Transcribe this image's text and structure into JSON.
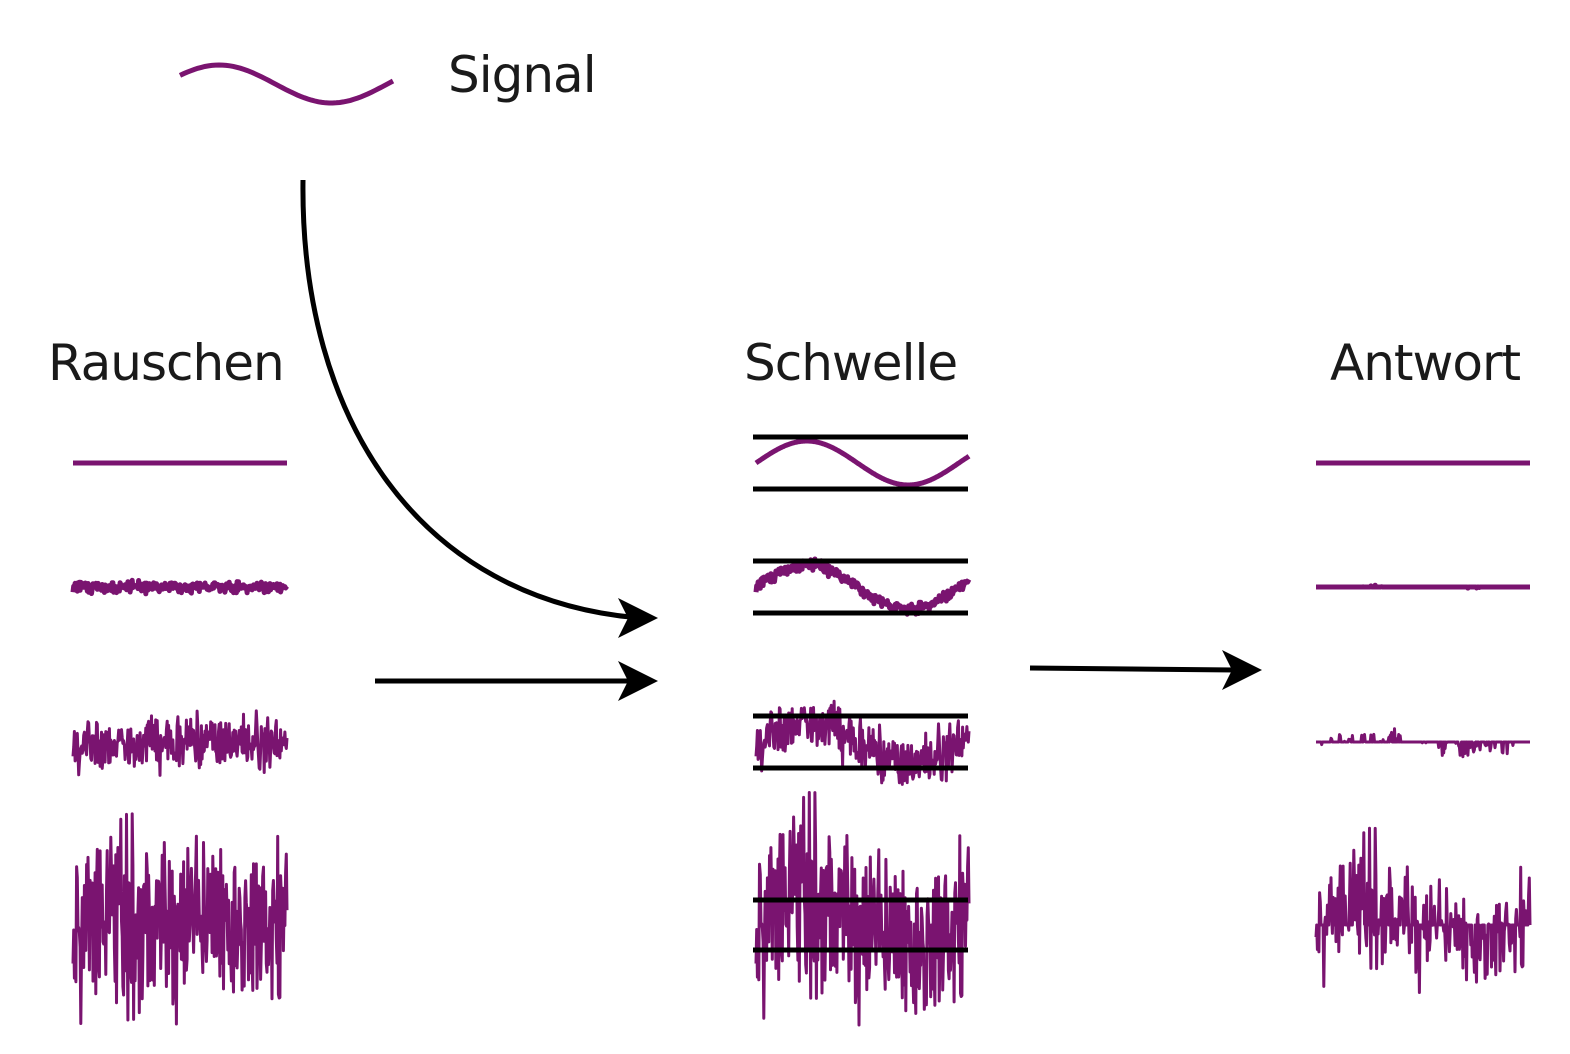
{
  "legend": {
    "signal_label": "Signal"
  },
  "columns": {
    "noise_title": "Rauschen",
    "threshold_title": "Schwelle",
    "response_title": "Antwort"
  },
  "noise_levels": [
    0,
    0.06,
    0.3,
    1.0
  ],
  "colors": {
    "signal": "#7a1470",
    "threshold": "#000000",
    "arrow": "#000000"
  }
}
